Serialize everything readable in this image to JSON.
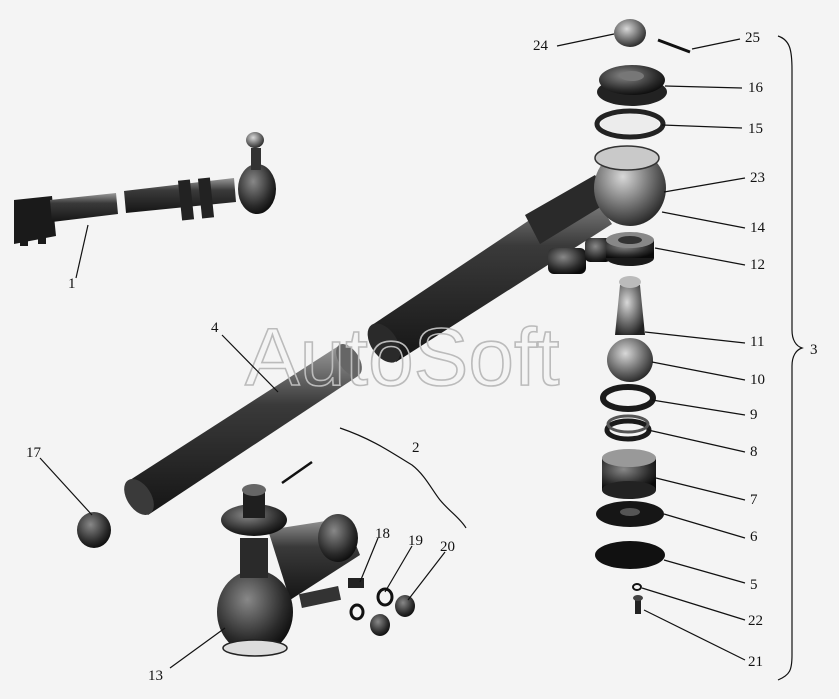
{
  "diagram": {
    "watermark": "AutoSoft",
    "callouts": [
      {
        "id": "1",
        "text": "1"
      },
      {
        "id": "2",
        "text": "2"
      },
      {
        "id": "3",
        "text": "3"
      },
      {
        "id": "4",
        "text": "4"
      },
      {
        "id": "5",
        "text": "5"
      },
      {
        "id": "6",
        "text": "6"
      },
      {
        "id": "7",
        "text": "7"
      },
      {
        "id": "8",
        "text": "8"
      },
      {
        "id": "9",
        "text": "9"
      },
      {
        "id": "10",
        "text": "10"
      },
      {
        "id": "11",
        "text": "11"
      },
      {
        "id": "12",
        "text": "12"
      },
      {
        "id": "13",
        "text": "13"
      },
      {
        "id": "14",
        "text": "14"
      },
      {
        "id": "15",
        "text": "15"
      },
      {
        "id": "16",
        "text": "16"
      },
      {
        "id": "17",
        "text": "17"
      },
      {
        "id": "18",
        "text": "18"
      },
      {
        "id": "19",
        "text": "19"
      },
      {
        "id": "20",
        "text": "20"
      },
      {
        "id": "21",
        "text": "21"
      },
      {
        "id": "22",
        "text": "22"
      },
      {
        "id": "23",
        "text": "23"
      },
      {
        "id": "24",
        "text": "24"
      },
      {
        "id": "25",
        "text": "25"
      }
    ]
  }
}
